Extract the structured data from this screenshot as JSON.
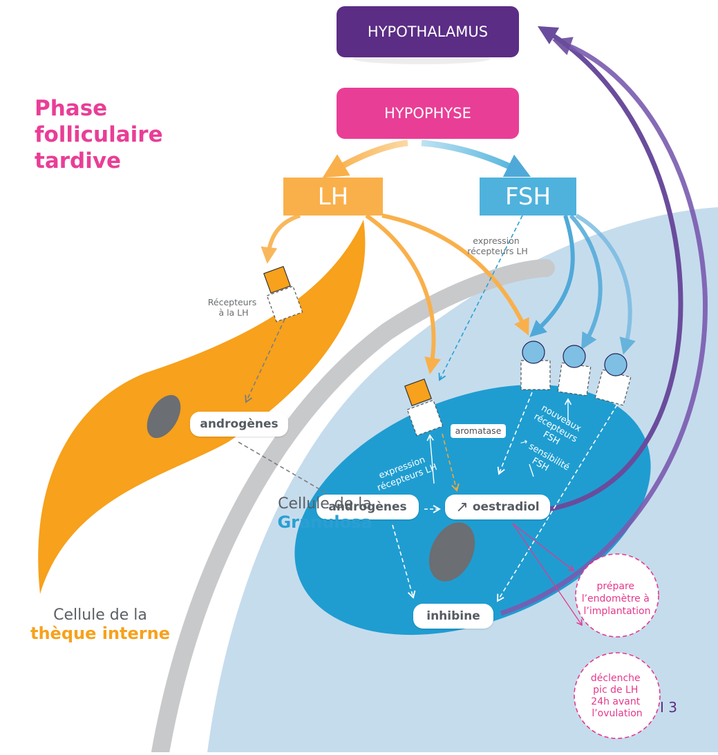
{
  "title": {
    "line1": "Phase",
    "line2": "folliculaire",
    "line3": "tardive"
  },
  "hypothalamus": {
    "label": "HYPOTHALAMUS",
    "color": "#5b2d85"
  },
  "hypophyse": {
    "label": "HYPOPHYSE",
    "color": "#e93e96"
  },
  "lh": {
    "label": "LH",
    "color": "#f9b04b"
  },
  "fsh": {
    "label": "FSH",
    "color": "#4fb2dc"
  },
  "labels": {
    "recepteurs_lh": [
      "Récepteurs",
      "à la LH"
    ],
    "expression_lh_top": [
      "expression",
      "récepteurs LH"
    ],
    "expression_lh_mid": [
      "expression",
      "récepteurs LH"
    ],
    "nouveaux_recepteurs": [
      "nouveaux",
      "récepteurs",
      "FSH"
    ],
    "sensibilite": [
      "↗ sensibilité",
      "FSH"
    ],
    "aromatase": "aromatase"
  },
  "nodes": {
    "androgenes_theque": "androgènes",
    "androgenes_granulosa": "androgènes",
    "oestradiol_arrow": "↗",
    "oestradiol": "oestradiol",
    "inhibine": "inhibine"
  },
  "effects": {
    "endometre": [
      "prépare",
      "l’endomètre à",
      "l’implantation"
    ],
    "pic_lh": [
      "déclenche",
      "pic de LH",
      "24h avant",
      "l’ovulation"
    ]
  },
  "cells": {
    "theque": {
      "line1": "Cellule de la",
      "line2": "thèque interne"
    },
    "granulosa": {
      "line1": "Cellule de la",
      "line2": "Granulosa"
    }
  },
  "page_number": "I 3",
  "colors": {
    "theque": "#f7a11c",
    "granulosa_outer": "#c5dced",
    "granulosa_inner": "#1f9dd1",
    "feedback": "#6a4c9c",
    "effect": "#e4388c",
    "nucleus": "#6b6e73"
  }
}
